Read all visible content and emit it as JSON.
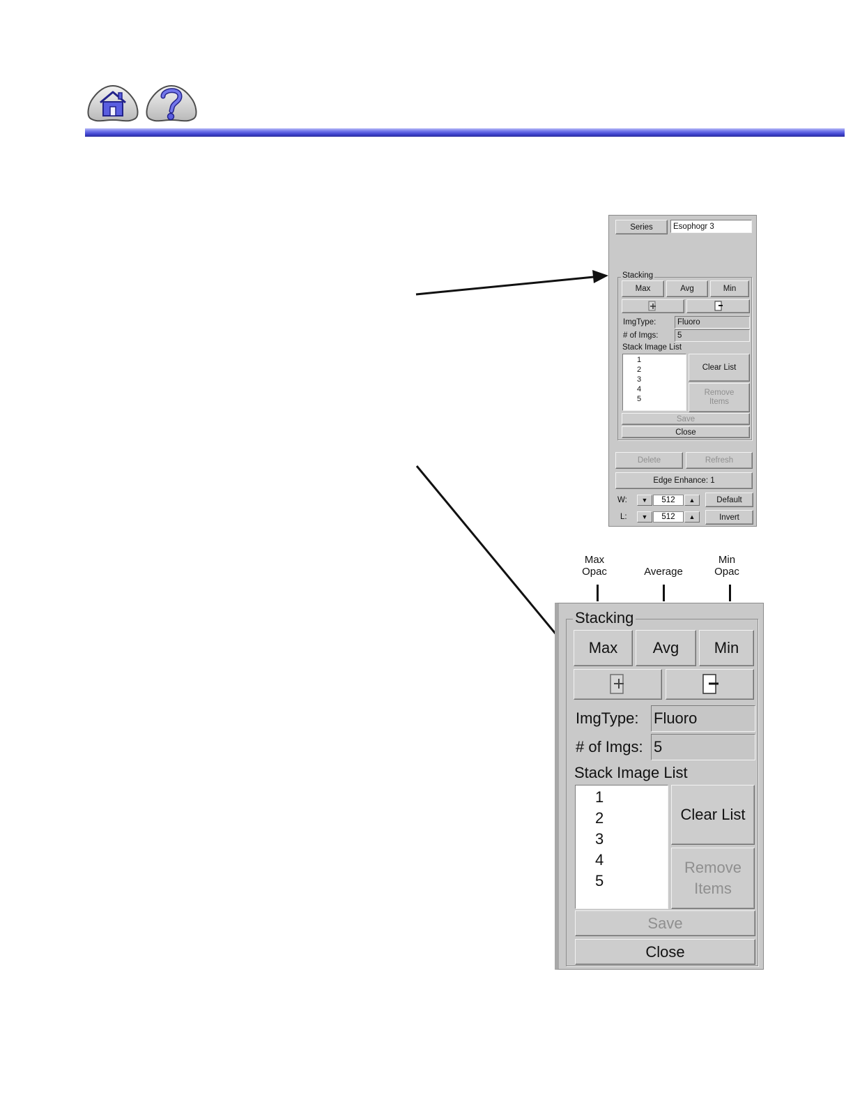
{
  "nav": {
    "home_icon": "home-icon",
    "help_icon": "question-mark-icon",
    "accent": "#4a4fd8",
    "rule_color": "#3f43cf"
  },
  "small_panel": {
    "series_label": "Series",
    "series_value": "Esophogr 3",
    "stacking_label": "Stacking",
    "max_label": "Max",
    "avg_label": "Avg",
    "min_label": "Min",
    "add_image_icon": "add-image-icon",
    "remove_image_icon": "remove-image-icon",
    "imgtype_label": "ImgType:",
    "imgtype_value": "Fluoro",
    "num_imgs_label": "# of Imgs:",
    "num_imgs_value": "5",
    "stack_list_label": "Stack Image List",
    "stack_items": [
      "1",
      "2",
      "3",
      "4",
      "5"
    ],
    "clear_list_label": "Clear List",
    "remove_items_label": [
      "Remove",
      "Items"
    ],
    "save_label": "Save",
    "close_label": "Close",
    "delete_label": "Delete",
    "refresh_label": "Refresh",
    "edge_enhance_label": "Edge Enhance: 1",
    "w_label": "W:",
    "w_value": "512",
    "l_label": "L:",
    "l_value": "512",
    "default_label": "Default",
    "invert_label": "Invert"
  },
  "callouts": {
    "max": [
      "Max",
      "Opac"
    ],
    "average": "Average",
    "min": [
      "Min",
      "Opac"
    ]
  },
  "large_panel": {
    "stacking_label": "Stacking",
    "max_label": "Max",
    "avg_label": "Avg",
    "min_label": "Min",
    "imgtype_label": "ImgType:",
    "imgtype_value": "Fluoro",
    "num_imgs_label": "# of Imgs:",
    "num_imgs_value": "5",
    "stack_list_label": "Stack Image List",
    "stack_items": [
      "1",
      "2",
      "3",
      "4",
      "5"
    ],
    "clear_list_label": "Clear List",
    "remove_items_label": [
      "Remove",
      "Items"
    ],
    "save_label": "Save",
    "close_label": "Close"
  }
}
